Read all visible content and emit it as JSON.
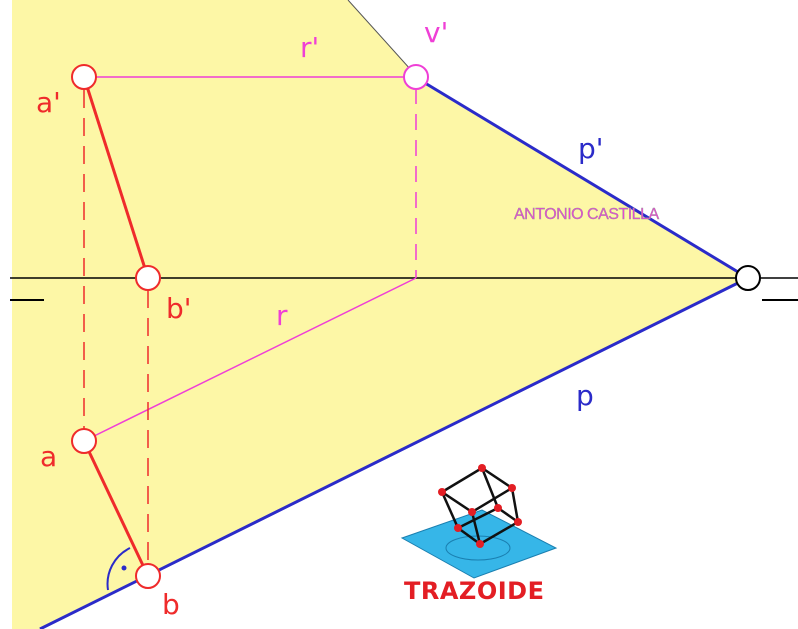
{
  "colors": {
    "plane_fill": "#fdf7a6",
    "point_red": "#ef2b2b",
    "line_magenta": "#ef3fd6",
    "line_blue": "#2b2bc9",
    "ground_line": "#000000",
    "logo_blue": "#36b6e8",
    "logo_red": "#e31e24"
  },
  "labels": {
    "a_prime": "a'",
    "b_prime": "b'",
    "a": "a",
    "b": "b",
    "r_prime": "r'",
    "v_prime": "v'",
    "r": "r",
    "p_prime": "p'",
    "p": "p"
  },
  "author": "ANTONIO CASTILLA",
  "logo": {
    "text": "TRAZOIDE",
    "icon": "cube-on-plane-icon"
  },
  "right_angle_mark": "right-angle-icon"
}
